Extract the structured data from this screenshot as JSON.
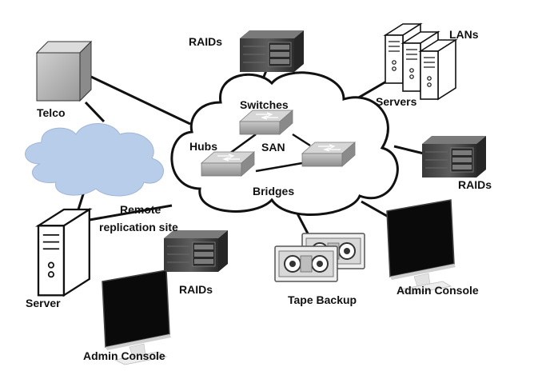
{
  "labels": {
    "raids_top": "RAIDs",
    "lans": "LANs",
    "servers": "Servers",
    "telco": "Telco",
    "switches": "Switches",
    "hubs": "Hubs",
    "san": "SAN",
    "bridges": "Bridges",
    "raids_right": "RAIDs",
    "remote_line1": "Remote",
    "remote_line2": "replication site",
    "server": "Server",
    "raids_bottom": "RAIDs",
    "tape_backup": "Tape Backup",
    "admin_console_right": "Admin Console",
    "admin_console_bottom": "Admin Console"
  },
  "colors": {
    "line": "#111111",
    "cloud_fill": "#ffffff",
    "remote_cloud_fill": "#b8cde9",
    "telco_front": "#b9b9b9",
    "raid_body": "#4a4a4a",
    "switch_fill": "#a8a8a8",
    "screen": "#050505"
  },
  "icons": [
    "telco-box-icon",
    "raid-icon",
    "server-tower-icon",
    "switch-icon",
    "hub-icon",
    "bridge-icon",
    "tape-cartridge-icon",
    "monitor-icon"
  ]
}
